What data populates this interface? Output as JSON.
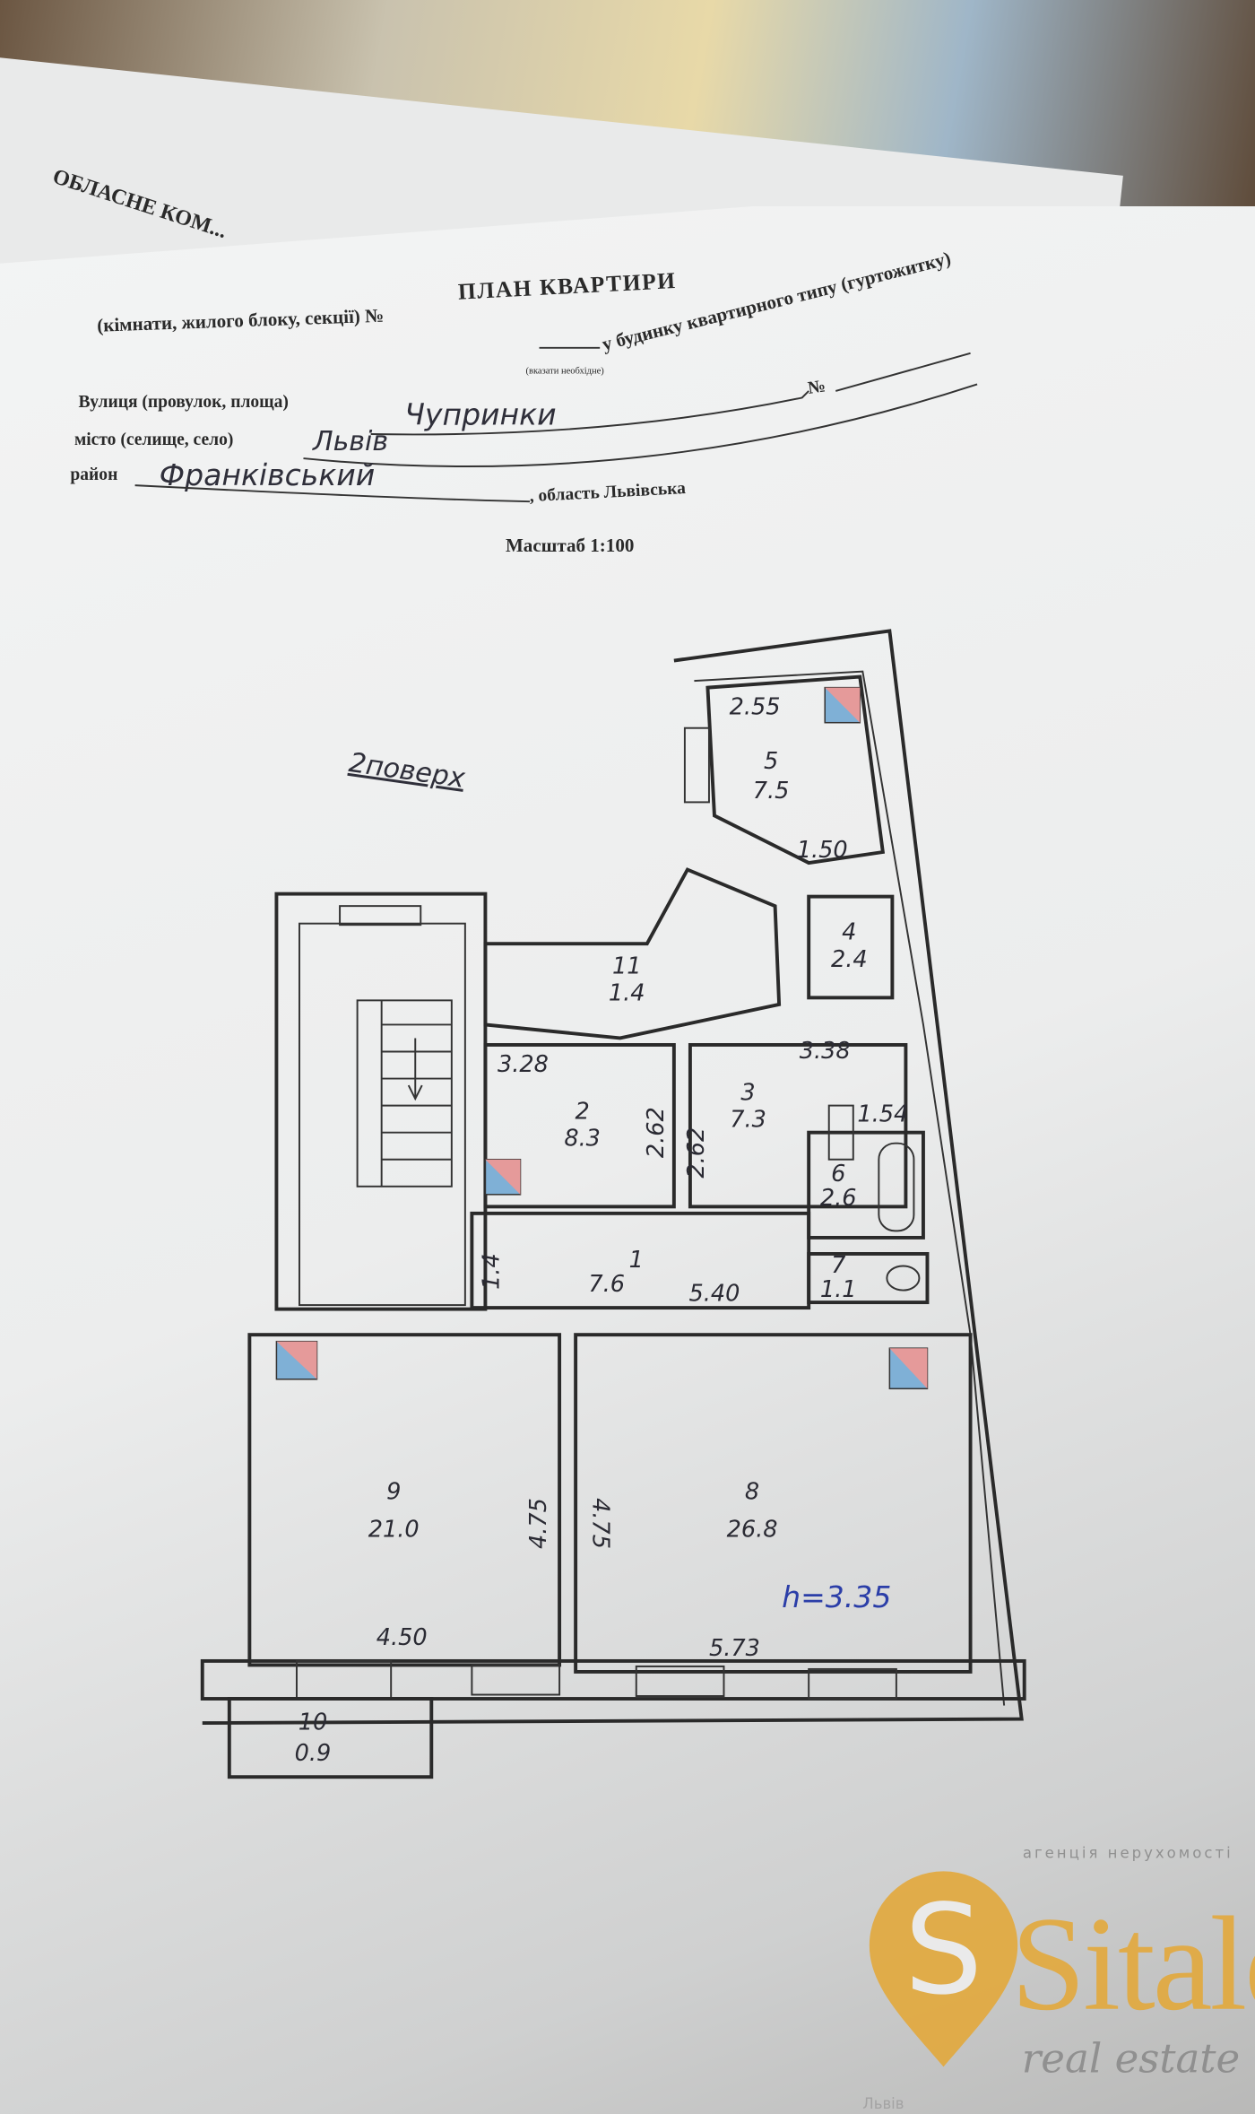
{
  "back_sheet": {
    "text": "ОБЛАСНЕ КОМ..."
  },
  "header": {
    "title": "ПЛАН КВАРТИРИ",
    "subtitle_left": "(кімнати, жилого блоку, секції) №",
    "subtitle_right": "у будинку квартирного типу (гуртожитку)",
    "note": "(вказати необхідне)",
    "street_label": "Вулиця (провулок, площа)",
    "street_value": "Чупринки",
    "number_label": "№",
    "city_label": "місто (селище, село)",
    "city_value": "Львів",
    "district_label": "район",
    "district_value": "Франківський",
    "region_text": ", область Львівська",
    "scale": "Масштаб 1:100"
  },
  "plan": {
    "floor_note": "2поверх",
    "height_note": "h=3.35",
    "rooms": [
      {
        "num": "1",
        "area": "7.6"
      },
      {
        "num": "2",
        "area": "8.3"
      },
      {
        "num": "3",
        "area": "7.3"
      },
      {
        "num": "4",
        "area": "2.4"
      },
      {
        "num": "5",
        "area": "7.5"
      },
      {
        "num": "6",
        "area": "2.6"
      },
      {
        "num": "7",
        "area": "1.1"
      },
      {
        "num": "8",
        "area": "26.8"
      },
      {
        "num": "9",
        "area": "21.0"
      },
      {
        "num": "10",
        "area": "0.9"
      },
      {
        "num": "11",
        "area": "1.4"
      }
    ],
    "dimensions": [
      "2.55",
      "1.50",
      "3.28",
      "3.38",
      "2.62",
      "2.62",
      "1.54",
      "1.4",
      "5.40",
      "4.75",
      "4.75",
      "4.50",
      "5.73"
    ]
  },
  "logo": {
    "tagline": "агенція нерухомості",
    "name": "Sitalo",
    "sub": "real estate",
    "city": "Львів",
    "color": "#e3a93c"
  }
}
